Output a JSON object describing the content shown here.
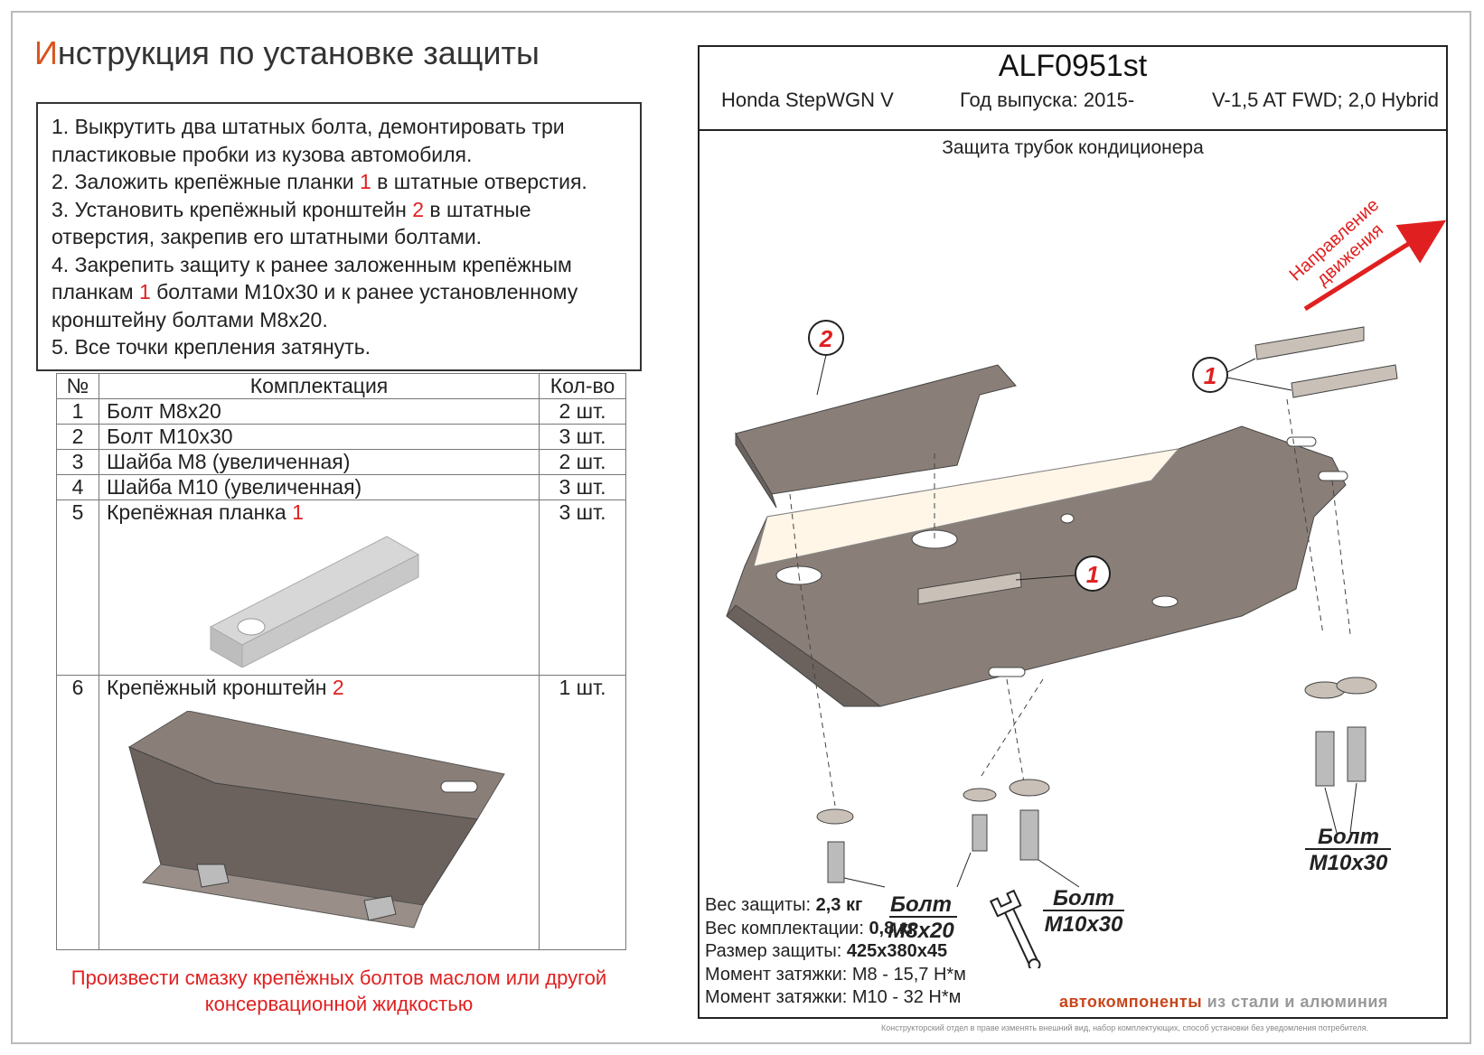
{
  "header": {
    "title_first": "И",
    "title_rest": "нструкция по установке защиты"
  },
  "steps": {
    "s1": "1. Выкрутить два штатных болта, демонтировать три пластиковые пробки из кузова автомобиля.",
    "s2a": "2. Заложить крепёжные планки ",
    "s2n": "1",
    "s2b": " в штатные отверстия.",
    "s3a": "3. Установить крепёжный кронштейн ",
    "s3n": "2",
    "s3b": " в штатные отверстия, закрепив его штатными болтами.",
    "s4a": "4. Закрепить защиту к ранее заложенным крепёжным планкам ",
    "s4n": "1",
    "s4b": " болтами М10х30 и к ранее установленному кронштейну болтами М8х20.",
    "s5": "5. Все точки крепления затянуть."
  },
  "table": {
    "headers": [
      "№",
      "Комплектация",
      "Кол-во"
    ],
    "rows": [
      {
        "num": "1",
        "name": "Болт М8х20",
        "qty": "2 шт."
      },
      {
        "num": "2",
        "name": "Болт М10х30",
        "qty": "3 шт."
      },
      {
        "num": "3",
        "name": "Шайба М8 (увеличенная)",
        "qty": "2 шт."
      },
      {
        "num": "4",
        "name": "Шайба М10 (увеличенная)",
        "qty": "3 шт."
      },
      {
        "num": "5",
        "name": "Крепёжная планка ",
        "ref": "1",
        "qty": "3 шт."
      },
      {
        "num": "6",
        "name": "Крепёжный кронштейн ",
        "ref": "2",
        "qty": "1 шт."
      }
    ]
  },
  "note": "Произвести смазку крепёжных болтов маслом или другой консервационной жидкостью",
  "product": {
    "code": "ALF0951st",
    "model": "Honda StepWGN V",
    "year": "Год выпуска: 2015-",
    "engine": "V-1,5 AT FWD; 2,0 Hybrid",
    "subtitle": "Защита трубок кондиционера"
  },
  "diagram": {
    "direction_line1": "Направление",
    "direction_line2": "движения",
    "callout_1": "1",
    "callout_2": "2",
    "bolt_m8_line1": "Болт",
    "bolt_m8_line2": "М8х20",
    "bolt_m10_line1": "Болт",
    "bolt_m10_line2": "М10х30",
    "bolt_m10r_line1": "Болт",
    "bolt_m10r_line2": "М10х30"
  },
  "specs": {
    "weight_label": "Вес защиты: ",
    "weight": "2,3 кг",
    "kit_weight_label": "Вес комплектации: ",
    "kit_weight": "0,8 кг",
    "size_label": "Размер защиты: ",
    "size": "425x380x45",
    "torque1": "Момент затяжки:  М8 - 15,7 Н*м",
    "torque2": "Момент затяжки:  М10 - 32 Н*м"
  },
  "brand": {
    "a": "автокомпоненты",
    "b": " из стали и алюминия"
  },
  "disclaimer": "Конструкторский отдел в праве изменять внешний вид, набор комплектующих, способ установки без уведомления потребителя.",
  "colors": {
    "accent": "#d9541e",
    "ref_red": "#e02020",
    "metal": "#8a7f78",
    "metal_dark": "#6b625d"
  }
}
